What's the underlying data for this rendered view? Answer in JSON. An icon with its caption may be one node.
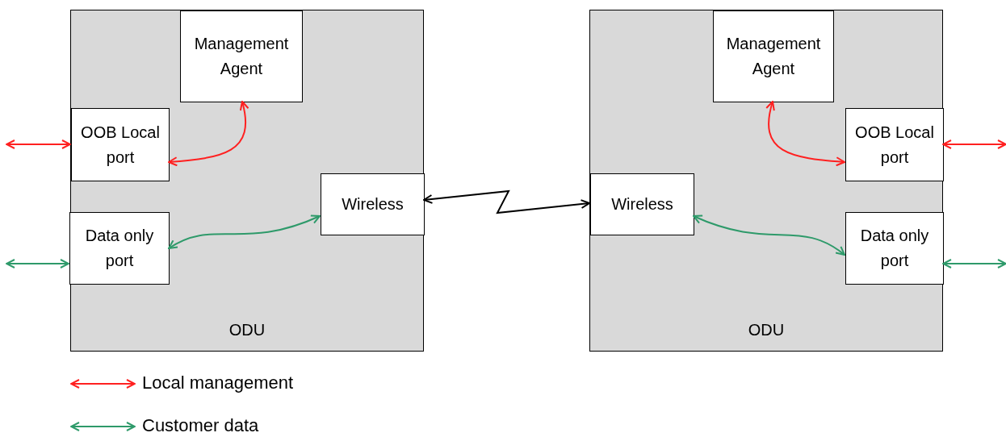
{
  "diagram": {
    "nodes": [
      {
        "text": [
          "ODU"
        ]
      },
      {
        "text": [
          "Management Agent"
        ],
        "in": 0
      },
      {
        "text": [
          "OOB Local port"
        ],
        "in": 0
      },
      {
        "text": [
          "Data only port"
        ],
        "in": 0
      },
      {
        "text": [
          "Wireless"
        ],
        "in": 0
      },
      {
        "text": [
          "ODU"
        ]
      },
      {
        "text": [
          "Management Agent"
        ],
        "in": 5
      },
      {
        "text": [
          "OOB Local port"
        ],
        "in": 5
      },
      {
        "text": [
          "Wireless"
        ],
        "in": 5
      },
      {
        "text": [
          "Data only port"
        ],
        "in": 5
      }
    ],
    "edges": [
      {
        "from": null,
        "to": 2,
        "arrow": "both",
        "color": "#ff2020"
      },
      {
        "from": 2,
        "to": 1,
        "arrow": "both",
        "color": "#ff2020"
      },
      {
        "from": null,
        "to": 3,
        "arrow": "both",
        "color": "#2e9a6a"
      },
      {
        "from": 3,
        "to": 4,
        "arrow": "both",
        "color": "#2e9a6a"
      },
      {
        "from": 4,
        "to": 8,
        "arrow": "both",
        "color": "#000000"
      },
      {
        "from": 7,
        "to": 6,
        "arrow": "both",
        "color": "#ff2020"
      },
      {
        "from": 7,
        "to": null,
        "arrow": "both",
        "color": "#ff2020"
      },
      {
        "from": 9,
        "to": 8,
        "arrow": "both",
        "color": "#2e9a6a"
      },
      {
        "from": 9,
        "to": null,
        "arrow": "both",
        "color": "#2e9a6a"
      }
    ],
    "legend": [
      {
        "text": "Local management"
      },
      {
        "text": "Customer data"
      }
    ]
  }
}
